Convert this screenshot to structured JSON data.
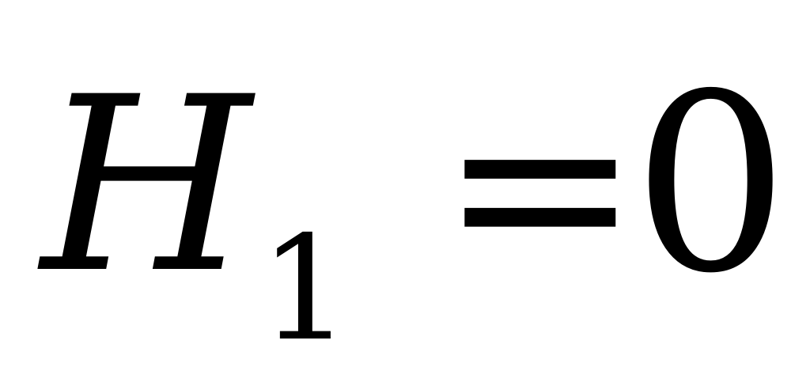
{
  "formula": {
    "variable": "H",
    "subscript": "1",
    "operator": "=",
    "value": "0"
  },
  "colors": {
    "text": "#000000",
    "background": "#ffffff"
  }
}
